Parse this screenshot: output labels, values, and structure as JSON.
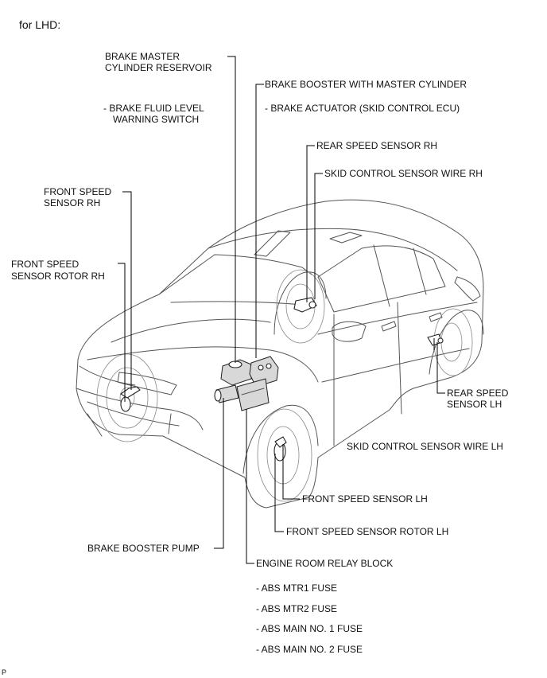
{
  "header": "for LHD:",
  "footnote": "P",
  "labels": {
    "brake_master_reservoir_1": "BRAKE MASTER",
    "brake_master_reservoir_2": "CYLINDER RESERVOIR",
    "brake_fluid_switch_1": "-  BRAKE FLUID LEVEL",
    "brake_fluid_switch_2": "WARNING SWITCH",
    "brake_booster": "BRAKE BOOSTER WITH MASTER CYLINDER",
    "brake_actuator": "- BRAKE ACTUATOR (SKID CONTROL ECU)",
    "rear_speed_sensor_rh": "REAR SPEED SENSOR RH",
    "skid_wire_rh": "SKID CONTROL SENSOR WIRE RH",
    "front_speed_sensor_rh_1": "FRONT SPEED",
    "front_speed_sensor_rh_2": "SENSOR RH",
    "front_rotor_rh_1": "FRONT SPEED",
    "front_rotor_rh_2": "SENSOR ROTOR RH",
    "rear_speed_sensor_lh_1": "REAR SPEED",
    "rear_speed_sensor_lh_2": "SENSOR LH",
    "skid_wire_lh": "SKID CONTROL SENSOR WIRE LH",
    "front_speed_sensor_lh": "FRONT SPEED SENSOR LH",
    "front_rotor_lh": "FRONT SPEED SENSOR ROTOR LH",
    "brake_booster_pump": "BRAKE BOOSTER PUMP",
    "engine_room_relay": "ENGINE ROOM RELAY BLOCK",
    "fuse_1": "- ABS MTR1 FUSE",
    "fuse_2": "- ABS MTR2 FUSE",
    "fuse_3": "- ABS MAIN NO. 1 FUSE",
    "fuse_4": "- ABS MAIN NO. 2 FUSE"
  }
}
